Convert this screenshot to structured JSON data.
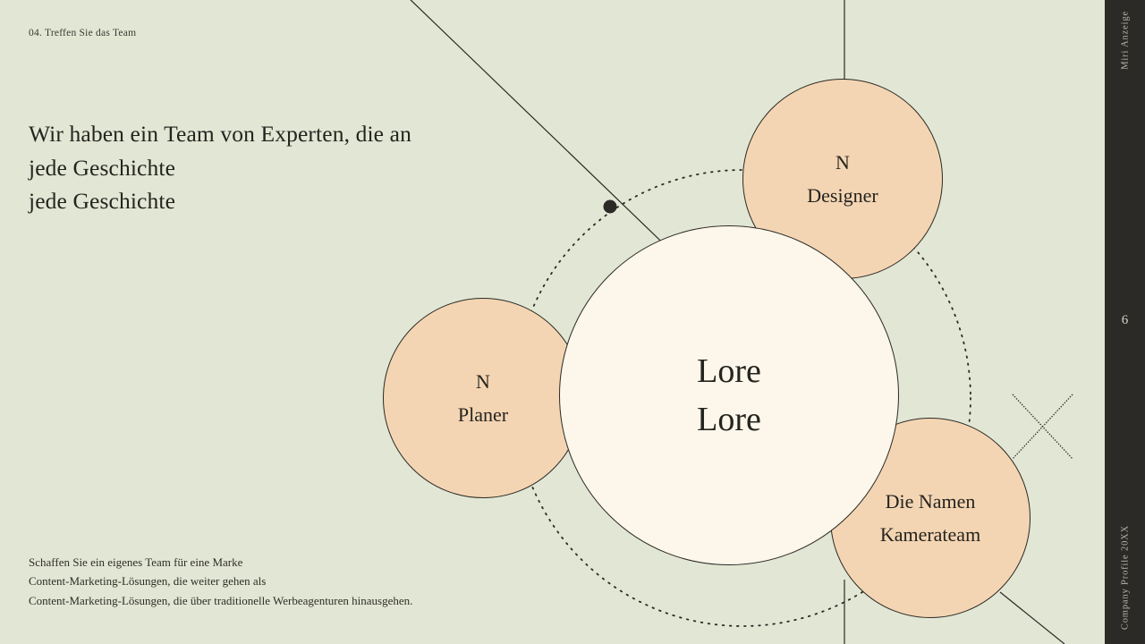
{
  "slide": {
    "background_color": "#e2e6d4",
    "eyebrow": "04. Treffen Sie das Team",
    "headline": {
      "line1": "Wir haben ein Team von Experten, die an",
      "line2": "jede Geschichte",
      "line3": "jede Geschichte"
    },
    "footnote": {
      "line1": "Schaffen Sie ein eigenes Team für eine Marke",
      "line2": "Content-Marketing-Lösungen, die weiter gehen als",
      "line3": "Content-Marketing-Lösungen, die über traditionelle Werbeagenturen hinausgehen."
    }
  },
  "diagram": {
    "center_bubble": {
      "line1": "Lore",
      "line2": "Lore",
      "fill": "#fdf6ea",
      "stroke": "#2b2a26"
    },
    "bubbles": [
      {
        "name": "designer",
        "line1": "N",
        "line2": "Designer",
        "fill": "#f4d5b3",
        "stroke": "#2b2a26"
      },
      {
        "name": "planner",
        "line1": "N",
        "line2": "Planer",
        "fill": "#f4d5b3",
        "stroke": "#2b2a26"
      },
      {
        "name": "camera",
        "line1": "Die Namen",
        "line2": "Kamerateam",
        "fill": "#f4d5b3",
        "stroke": "#2b2a26"
      }
    ],
    "marks": {
      "orbit_style": "dotted-circle",
      "node_dot": "node-dot",
      "cross": "x-cross-mark",
      "line_color": "#2b2a26"
    }
  },
  "rail": {
    "background_color": "#2b2a26",
    "top_label": "Miri Anzeige",
    "bottom_label": "Company Profile 20XX",
    "page_number": "6"
  }
}
